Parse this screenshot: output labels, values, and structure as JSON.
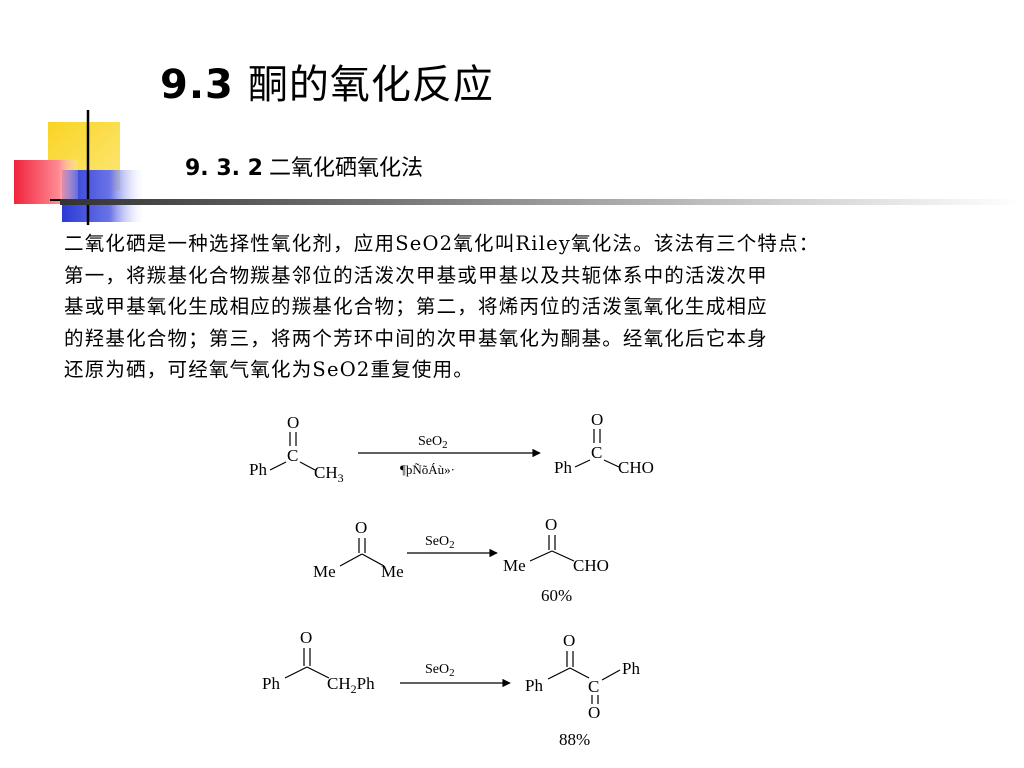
{
  "slide": {
    "title_num": "9.3",
    "title_text": "酮的氧化反应",
    "subtitle_num": "9. 3. 2",
    "subtitle_text": "二氧化硒氧化法",
    "paragraph_lines": [
      "二氧化硒是一种选择性氧化剂，应用SeO2氧化叫Riley氧化法。该法有三个特点：",
      "第一，将羰基化合物羰基邻位的活泼次甲基或甲基以及共轭体系中的活泼次甲",
      "基或甲基氧化生成相应的羰基化合物；第二，将烯丙位的活泼氢氧化生成相应",
      "的羟基化合物；第三，将两个芳环中间的次甲基氧化为酮基。经氧化后它本身",
      "还原为硒，可经氧气氧化为SeO2重复使用。"
    ]
  },
  "reactions": {
    "r1": {
      "o_top": "O",
      "c_center": "C",
      "left_group": "Ph",
      "right_group_base": "CH",
      "right_group_sub": "3",
      "reagent_base": "SeO",
      "reagent_sub": "2",
      "condition": "¶þÑõÁù»·",
      "p_o_top": "O",
      "p_c_center": "C",
      "p_left": "Ph",
      "p_right": "CHO"
    },
    "r2": {
      "o_top": "O",
      "left_group": "Me",
      "right_group": "Me",
      "reagent_base": "SeO",
      "reagent_sub": "2",
      "p_o_top": "O",
      "p_left": "Me",
      "p_right": "CHO",
      "yield": "60%"
    },
    "r3": {
      "o_top": "O",
      "left_group": "Ph",
      "right_base": "CH",
      "right_sub": "2",
      "right_tail": "Ph",
      "reagent_base": "SeO",
      "reagent_sub": "2",
      "p_o_top": "O",
      "p_left": "Ph",
      "p_c": "C",
      "p_right": "Ph",
      "p_o_bottom": "O",
      "yield": "88%"
    }
  },
  "colors": {
    "deco_yellow": "#f9d423",
    "deco_red": "#f0233c",
    "deco_blue": "#2b3ad6",
    "deco_line": "#000000"
  }
}
